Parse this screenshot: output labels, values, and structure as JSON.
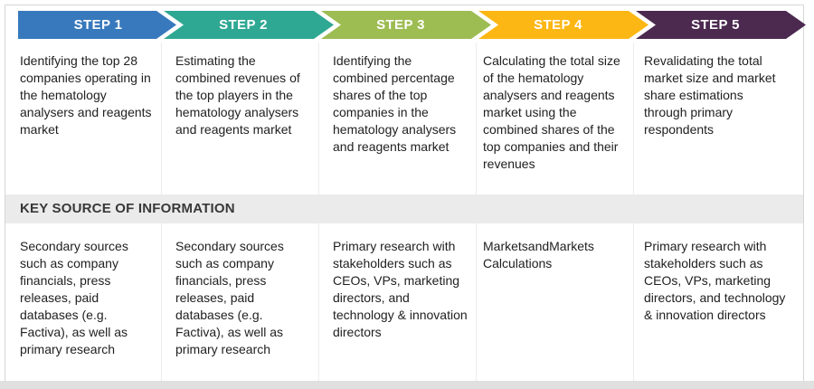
{
  "header": {
    "key_source": "KEY SOURCE OF INFORMATION"
  },
  "steps": [
    {
      "label": "STEP 1",
      "color": "#3879bd",
      "description": "Identifying the top 28 companies operating in the hematology analysers and reagents market",
      "source": "Secondary sources such as company financials, press releases, paid databases (e.g. Factiva), as well as primary research"
    },
    {
      "label": "STEP 2",
      "color": "#2fa893",
      "description": "Estimating the combined revenues of the top players in the hematology analysers and reagents market",
      "source": "Secondary sources such as company financials, press releases, paid databases (e.g. Factiva), as well as primary research"
    },
    {
      "label": "STEP 3",
      "color": "#9dbc52",
      "description": "Identifying the combined percentage shares of the top companies in the hematology analysers and reagents market",
      "source": "Primary research with stakeholders such as CEOs, VPs, marketing directors, and technology & innovation directors"
    },
    {
      "label": "STEP 4",
      "color": "#fdb714",
      "description": "Calculating the total size of the hematology analysers and reagents market using the combined shares of the top companies and their revenues",
      "source": "MarketsandMarkets Calculations"
    },
    {
      "label": "STEP 5",
      "color": "#4c2a50",
      "description": "Revalidating the total market size and market share estimations through primary respondents",
      "source": "Primary research with stakeholders such as CEOs, VPs, marketing directors, and technology & innovation directors"
    }
  ],
  "colors": {
    "frame_border": "#d6d6d6",
    "band_background": "#ebebeb",
    "divider": "#ededed",
    "body_text": "#212121",
    "step_label_text": "#ffffff",
    "bottom_strip": "#e0e0e0"
  }
}
